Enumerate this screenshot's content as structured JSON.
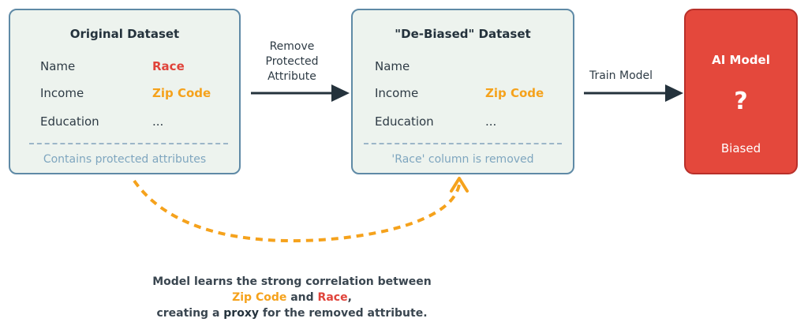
{
  "original_dataset": {
    "title": "Original Dataset",
    "rows": [
      {
        "col1": "Name",
        "col2": "Race"
      },
      {
        "col1": "Income",
        "col2": "Zip Code"
      },
      {
        "col1": "Education",
        "col2": "..."
      }
    ],
    "note": "Contains protected attributes"
  },
  "debiased_dataset": {
    "title": "\"De-Biased\" Dataset",
    "rows": [
      {
        "col1": "Name",
        "col2": ""
      },
      {
        "col1": "Income",
        "col2": "Zip Code"
      },
      {
        "col1": "Education",
        "col2": "..."
      }
    ],
    "note": "'Race' column is removed"
  },
  "ai_model": {
    "title": "AI Model",
    "symbol": "?",
    "status": "Biased"
  },
  "arrows": {
    "remove_label_line1": "Remove",
    "remove_label_line2": "Protected",
    "remove_label_line3": "Attribute",
    "train_label": "Train Model"
  },
  "caption": {
    "line1": "Model learns the strong correlation between",
    "zip": "Zip Code",
    "and": "and",
    "race": "Race",
    "comma": ",",
    "line3_pre": "creating a",
    "proxy": "proxy",
    "line3_post": "for the removed attribute."
  },
  "colors": {
    "box_fill": "#edf3ee",
    "box_border": "#5f8aa6",
    "race": "#e0433a",
    "zip_code": "#f5a21c",
    "ai_model_fill": "#e4483c",
    "arrow": "#24323c",
    "dashed_arrow": "#f5a21c"
  }
}
